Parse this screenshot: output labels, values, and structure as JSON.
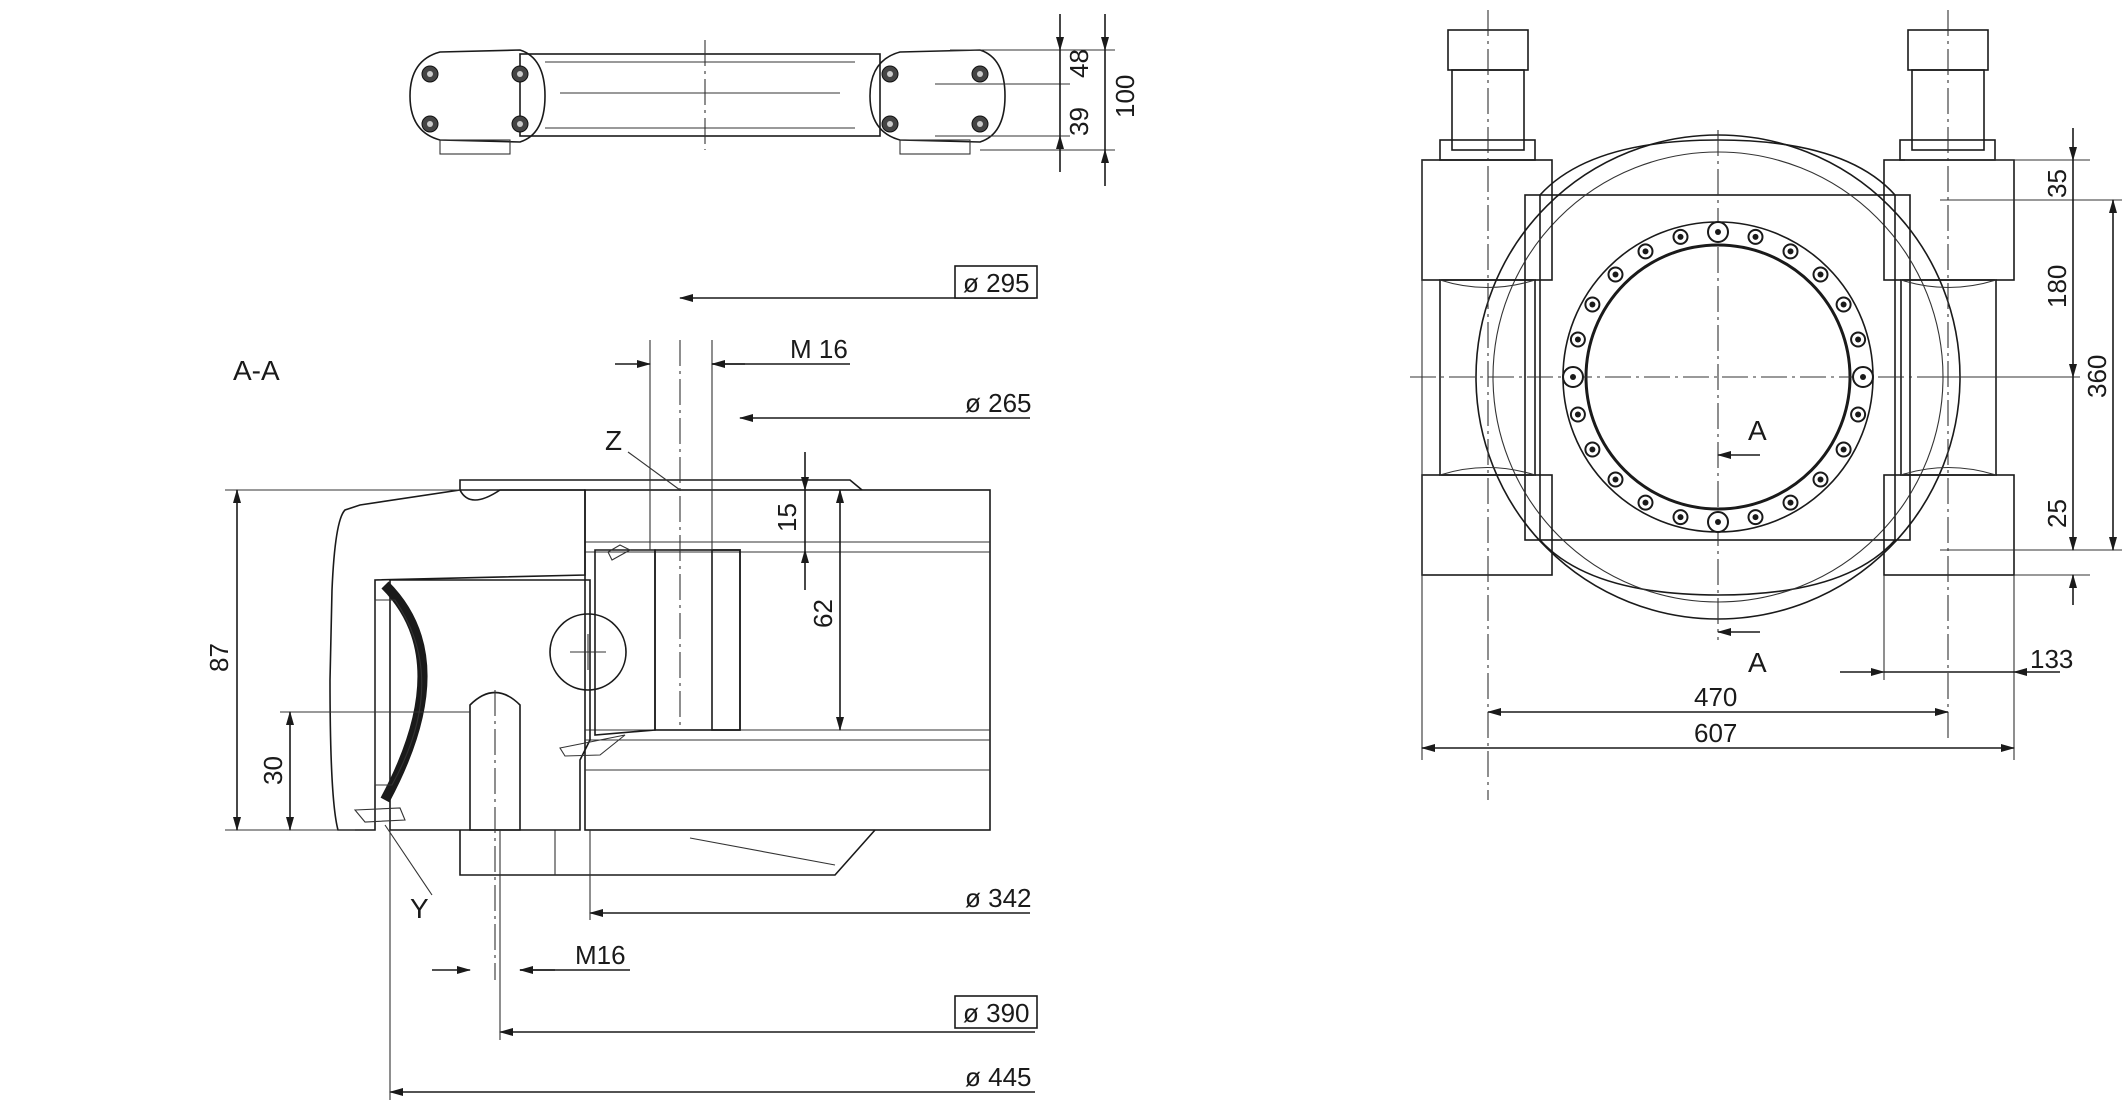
{
  "section": {
    "label": "A-A"
  },
  "callouts": {
    "z": "Z",
    "y": "Y"
  },
  "dims": {
    "d295": "ø 295",
    "m16_top": "M 16",
    "d265": "ø 265",
    "d342": "ø 342",
    "m16_bottom": "M16",
    "d390": "ø 390",
    "d445": "ø 445",
    "h87": "87",
    "h30": "30",
    "h15": "15",
    "h62": "62",
    "t48": "48",
    "t39": "39",
    "t100": "100",
    "r35": "35",
    "r180": "180",
    "r360": "360",
    "r25": "25",
    "w133": "133",
    "w470": "470",
    "w607": "607"
  },
  "section_marks": {
    "top": "A",
    "bottom": "A"
  },
  "colors": {
    "housing_blue": "#c9d4ee",
    "housing_light": "#dfe6f6",
    "seal_orange": "#e8763a",
    "dark_gray": "#6e6e6e",
    "body_gray": "#dcdfe2"
  }
}
